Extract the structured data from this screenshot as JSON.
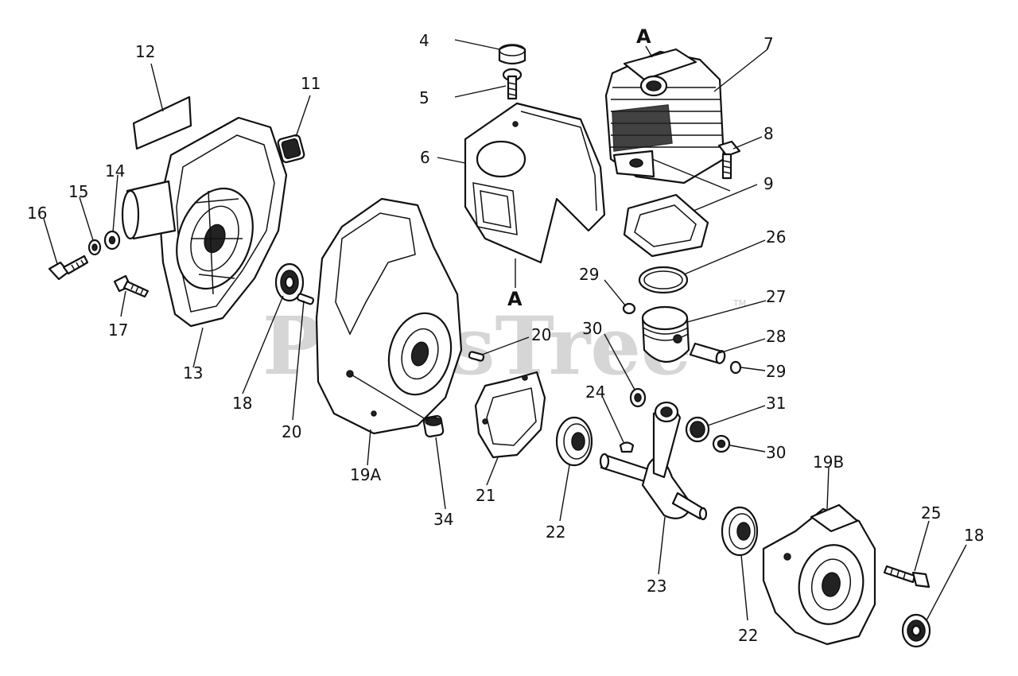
{
  "watermark": {
    "text": "PartsTree",
    "trademark": "TM"
  },
  "callouts": [
    {
      "id": "c4",
      "text": "4"
    },
    {
      "id": "c5",
      "text": "5"
    },
    {
      "id": "cA1",
      "text": "A"
    },
    {
      "id": "c7",
      "text": "7"
    },
    {
      "id": "c12",
      "text": "12"
    },
    {
      "id": "c11",
      "text": "11"
    },
    {
      "id": "c6",
      "text": "6"
    },
    {
      "id": "c8",
      "text": "8"
    },
    {
      "id": "c9",
      "text": "9"
    },
    {
      "id": "c14",
      "text": "14"
    },
    {
      "id": "c15",
      "text": "15"
    },
    {
      "id": "c16",
      "text": "16"
    },
    {
      "id": "c26",
      "text": "26"
    },
    {
      "id": "c29a",
      "text": "29"
    },
    {
      "id": "cA2",
      "text": "A"
    },
    {
      "id": "c27",
      "text": "27"
    },
    {
      "id": "c17",
      "text": "17"
    },
    {
      "id": "c30a",
      "text": "30"
    },
    {
      "id": "c20a",
      "text": "20"
    },
    {
      "id": "c28",
      "text": "28"
    },
    {
      "id": "c29b",
      "text": "29"
    },
    {
      "id": "c13",
      "text": "13"
    },
    {
      "id": "c18a",
      "text": "18"
    },
    {
      "id": "c24",
      "text": "24"
    },
    {
      "id": "c31",
      "text": "31"
    },
    {
      "id": "c20b",
      "text": "20"
    },
    {
      "id": "c30b",
      "text": "30"
    },
    {
      "id": "c19b",
      "text": "19B"
    },
    {
      "id": "c19a",
      "text": "19A"
    },
    {
      "id": "c21",
      "text": "21"
    },
    {
      "id": "c34",
      "text": "34"
    },
    {
      "id": "c25",
      "text": "25"
    },
    {
      "id": "c18b",
      "text": "18"
    },
    {
      "id": "c22a",
      "text": "22"
    },
    {
      "id": "c23",
      "text": "23"
    },
    {
      "id": "c22b",
      "text": "22"
    }
  ]
}
